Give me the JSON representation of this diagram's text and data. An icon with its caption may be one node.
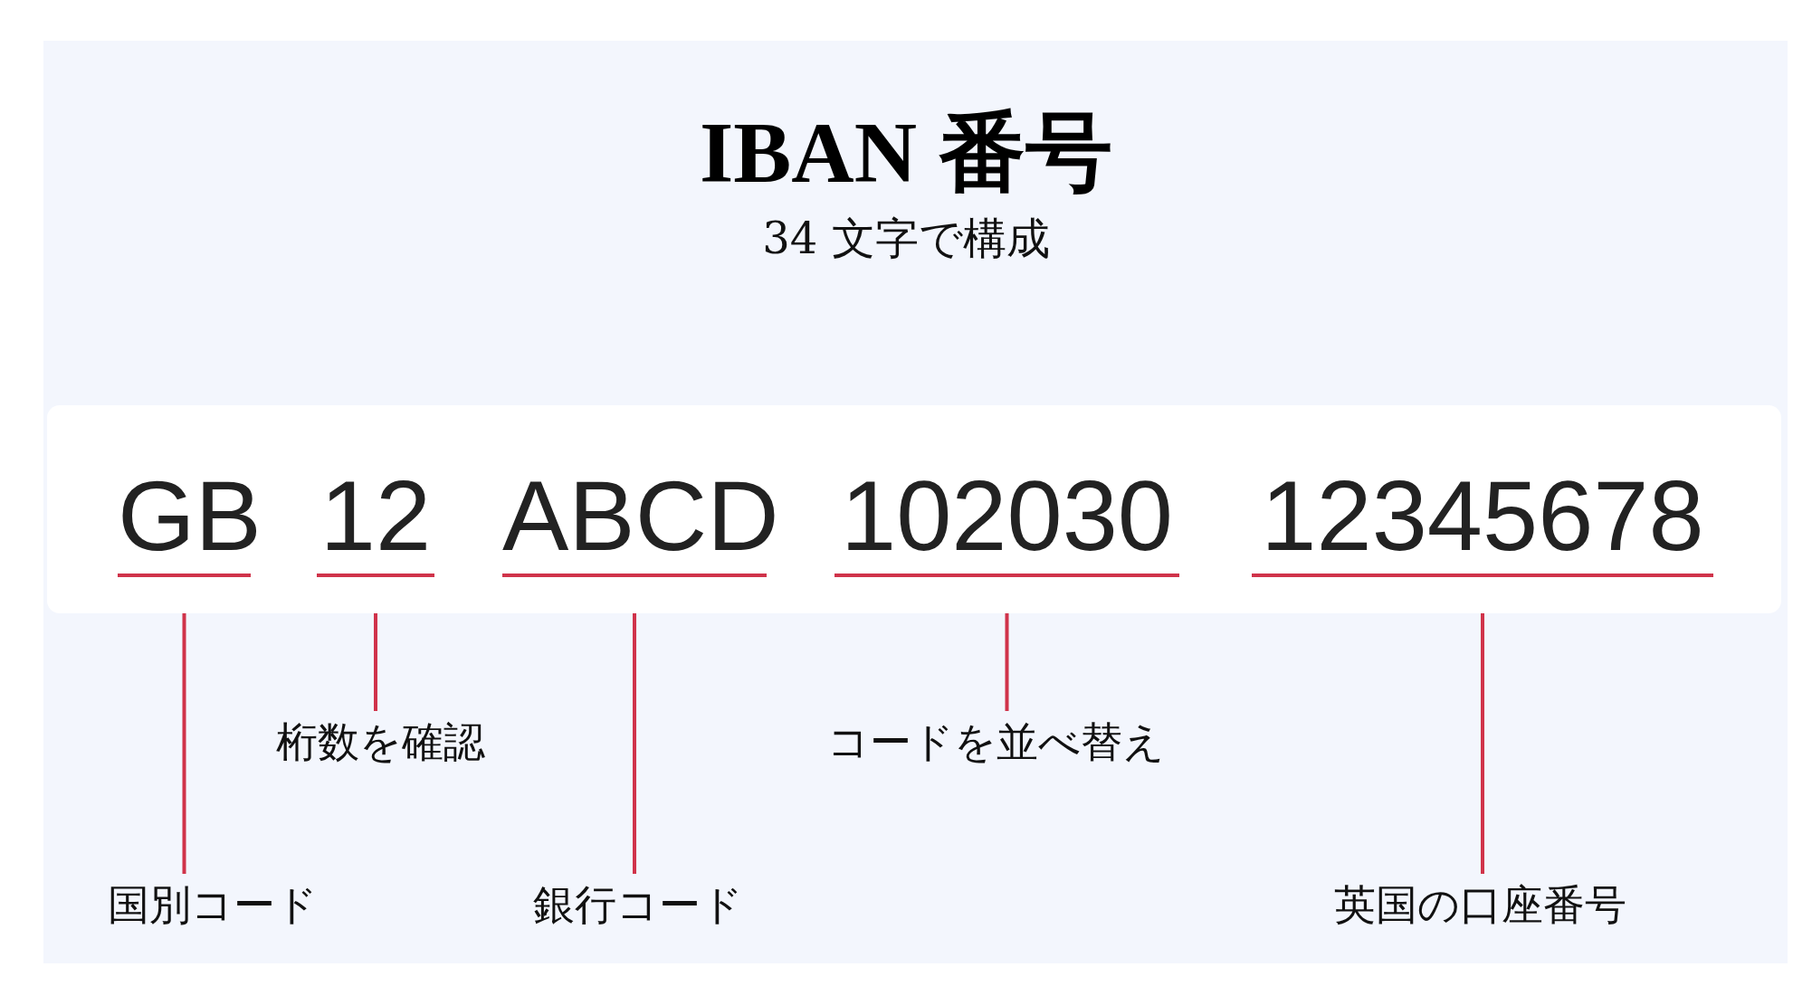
{
  "diagram": {
    "title": "IBAN 番号",
    "nodes": [
      {
        "text": [],
        "shape": "box"
      },
      {
        "text": [
          "GB"
        ],
        "in": 0
      },
      {
        "text": [
          "12"
        ],
        "in": 0
      },
      {
        "text": [
          "ABCD"
        ],
        "in": 0
      },
      {
        "text": [
          "102030"
        ],
        "in": 0
      },
      {
        "text": [
          "12345678"
        ],
        "in": 0
      },
      {
        "text": [
          "国別コード"
        ]
      },
      {
        "text": [
          "桁数を確認"
        ]
      },
      {
        "text": [
          "銀行コード"
        ]
      },
      {
        "text": [
          "コードを並べ替え"
        ]
      },
      {
        "text": [
          "英国の口座番号"
        ]
      }
    ],
    "edges": [
      {
        "from": 1,
        "to": 6,
        "arrow": "none"
      },
      {
        "from": 2,
        "to": 7,
        "arrow": "none"
      },
      {
        "from": 3,
        "to": 8,
        "arrow": "none"
      },
      {
        "from": 4,
        "to": 9,
        "arrow": "none"
      },
      {
        "from": 5,
        "to": 10,
        "arrow": "none"
      }
    ],
    "labels": [
      "34 文字で構成"
    ]
  }
}
